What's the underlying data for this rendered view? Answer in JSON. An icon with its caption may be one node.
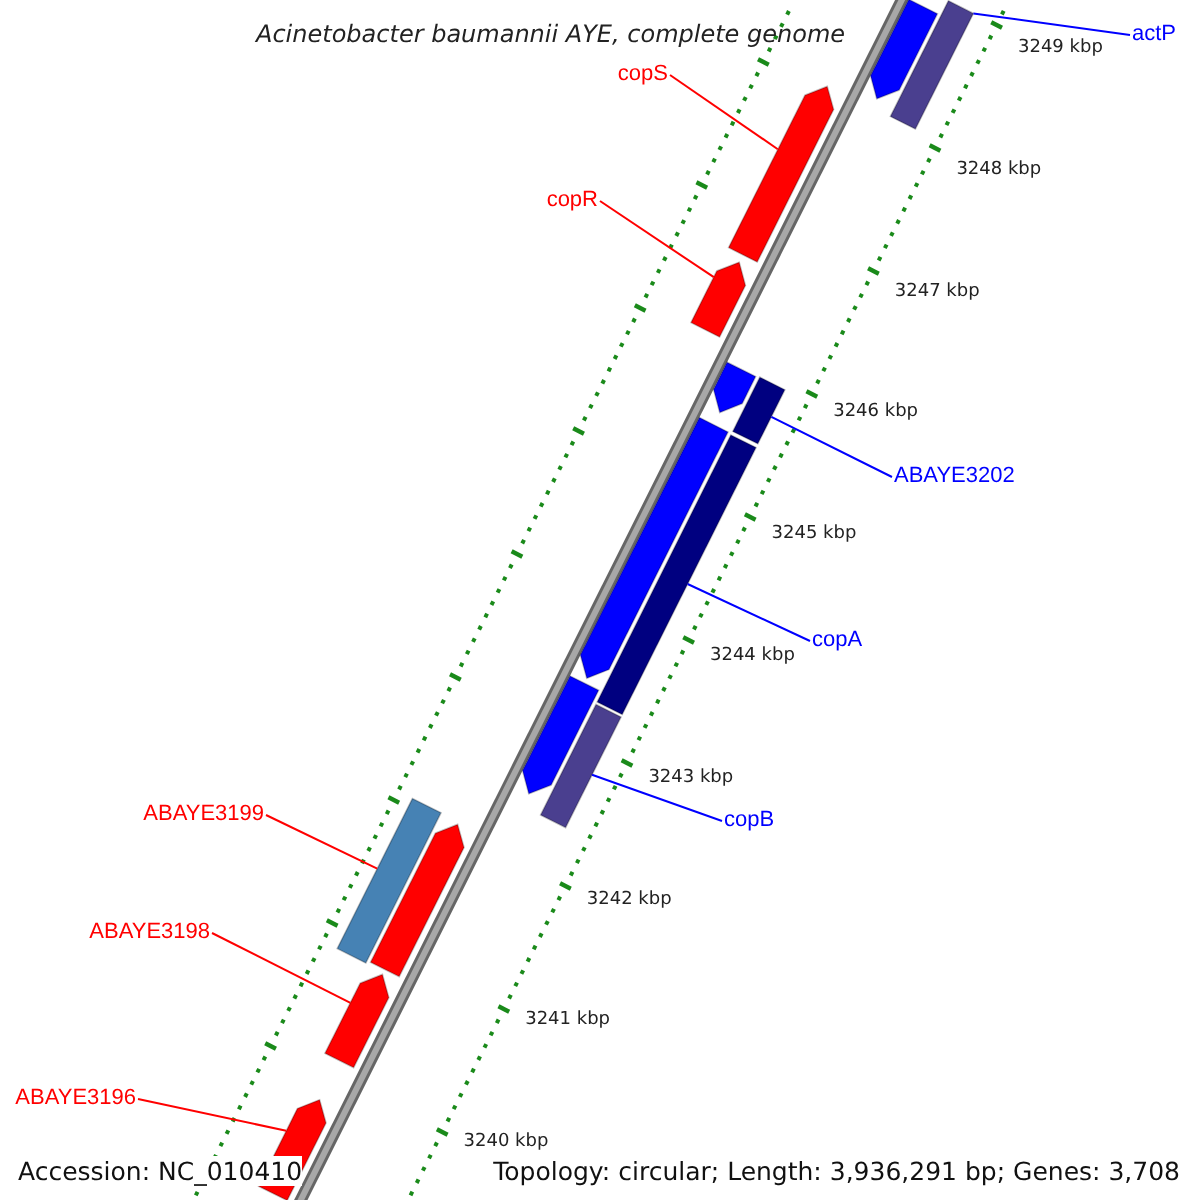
{
  "diagram": {
    "title": "Acinetobacter baumannii AYE, complete genome",
    "nodes": [
      {
        "text": [
          "actP"
        ]
      },
      {
        "text": [
          "copS"
        ]
      },
      {
        "text": [
          "copR"
        ]
      },
      {
        "text": [
          "ABAYE3202"
        ]
      },
      {
        "text": [
          "copA"
        ]
      },
      {
        "text": [
          "copB"
        ]
      },
      {
        "text": [
          "ABAYE3199"
        ]
      },
      {
        "text": [
          "ABAYE3198"
        ]
      },
      {
        "text": [
          "ABAYE3196"
        ]
      },
      {
        "text": [],
        "shape": "pentagon"
      },
      {
        "text": [],
        "shape": "bar"
      },
      {
        "text": [],
        "shape": "pentagon"
      },
      {
        "text": [],
        "shape": "pentagon"
      },
      {
        "text": [],
        "shape": "pentagon"
      },
      {
        "text": [],
        "shape": "bar"
      },
      {
        "text": [],
        "shape": "pentagon"
      },
      {
        "text": [],
        "shape": "bar"
      },
      {
        "text": [],
        "shape": "pentagon"
      },
      {
        "text": [],
        "shape": "bar"
      },
      {
        "text": [],
        "shape": "bar"
      },
      {
        "text": [],
        "shape": "pentagon"
      },
      {
        "text": [],
        "shape": "pentagon"
      },
      {
        "text": [],
        "shape": "pentagon"
      }
    ],
    "edges": [
      {
        "from": 0,
        "to": 10,
        "arrow": "none",
        "color": "#0000ff"
      },
      {
        "from": 1,
        "to": 11,
        "arrow": "none"
      },
      {
        "from": 2,
        "to": 12,
        "arrow": "none"
      },
      {
        "from": 3,
        "to": 14,
        "arrow": "none",
        "color": "#0000ff"
      },
      {
        "from": 4,
        "to": 16,
        "arrow": "none",
        "color": "#0000ff"
      },
      {
        "from": 5,
        "to": 18,
        "arrow": "none",
        "color": "#0000ff"
      },
      {
        "from": 6,
        "to": 19,
        "arrow": "none"
      },
      {
        "from": 7,
        "to": 21,
        "arrow": "none"
      },
      {
        "from": 8,
        "to": 22,
        "arrow": "none"
      }
    ],
    "labels": [
      "3249 kbp",
      "3248 kbp",
      "3247 kbp",
      "3246 kbp",
      "3245 kbp",
      "3244 kbp",
      "3243 kbp",
      "3242 kbp",
      "3241 kbp",
      "3240 kbp",
      "Accession: NC_010410",
      "Topology: circular; Length: 3,936,291 bp; Genes: 3,708"
    ]
  }
}
